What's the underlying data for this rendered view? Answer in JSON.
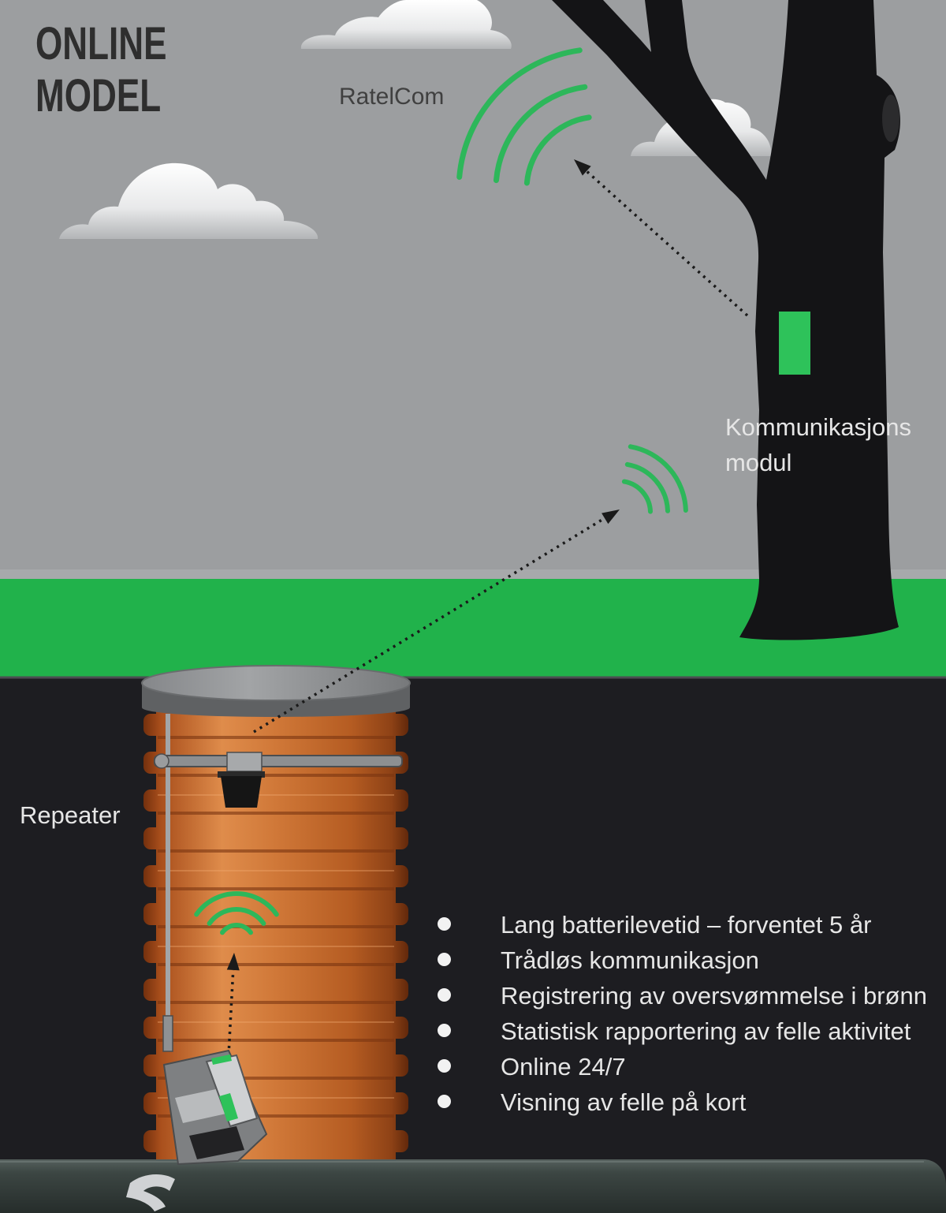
{
  "title": {
    "line1": "ONLINE",
    "line2": "MODEL"
  },
  "labels": {
    "ratelcom": "RatelCom",
    "module": {
      "line1": "Kommunikasjons",
      "line2": "modul"
    },
    "repeater": "Repeater"
  },
  "features": [
    "Lang batterilevetid – forventet 5 år",
    "Trådløs kommunikasjon",
    "Registrering av oversvømmelse i brønn",
    "Statistisk rapportering av felle aktivitet",
    "Online 24/7",
    "Visning av felle på kort"
  ],
  "icons": {
    "signal": "wifi-signal-icon",
    "bullet": "bullet-dot-icon",
    "arrow": "dotted-arrow-icon",
    "module": "communication-module-icon"
  },
  "colors": {
    "sky": "#9c9ea0",
    "grass": "#21b24b",
    "soil": "#1d1d21",
    "tree": "#141416",
    "module": "#2ec25a",
    "signal": "#2db75a",
    "text_dark": "#2e2e2e",
    "label_dark": "#404040",
    "text_light": "#e6e6e6",
    "bullet": "#f2f2f2"
  }
}
